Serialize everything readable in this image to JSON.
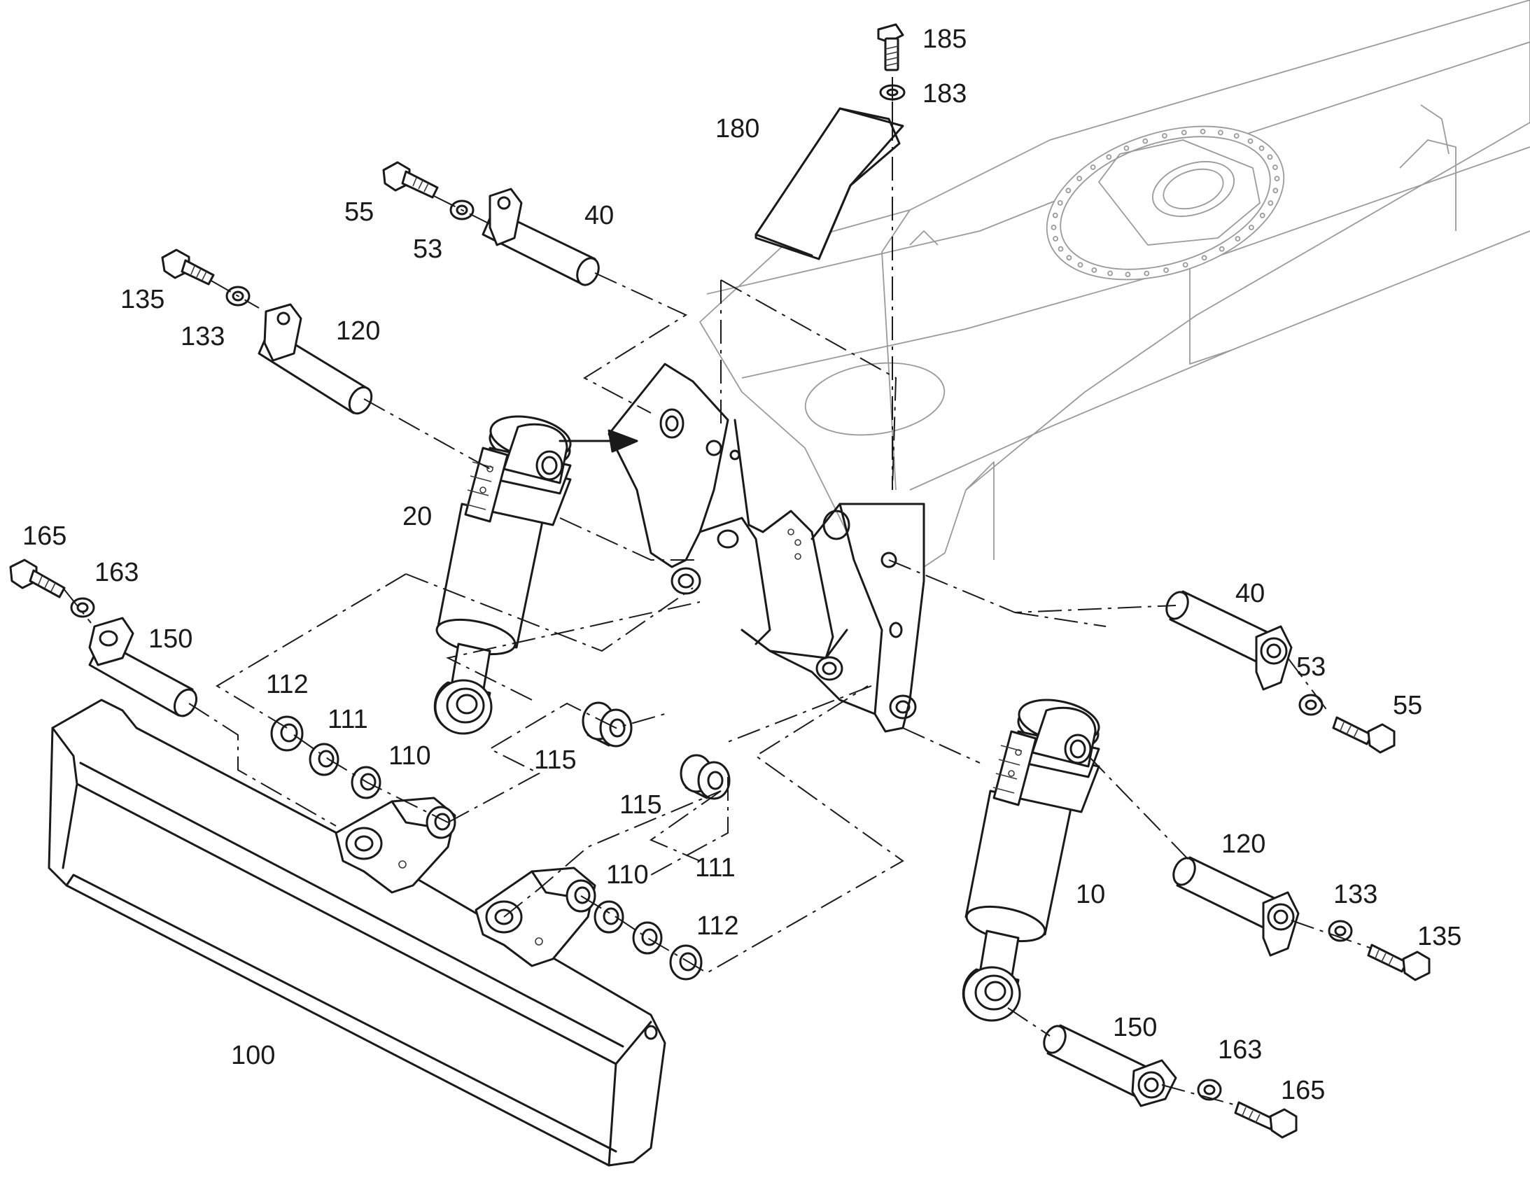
{
  "labels": {
    "p185": "185",
    "p183": "183",
    "p180": "180",
    "p55a": "55",
    "p53a": "53",
    "p40a": "40",
    "p135a": "135",
    "p133a": "133",
    "p120a": "120",
    "p20": "20",
    "p165a": "165",
    "p163a": "163",
    "p150a": "150",
    "p112a": "112",
    "p111a": "111",
    "p110a": "110",
    "p115a": "115",
    "p115b": "115",
    "p110b": "110",
    "p111b": "111",
    "p112b": "112",
    "p100": "100",
    "p40b": "40",
    "p53b": "53",
    "p55b": "55",
    "p120b": "120",
    "p133b": "133",
    "p135b": "135",
    "p10": "10",
    "p150b": "150",
    "p163b": "163",
    "p165b": "165"
  }
}
